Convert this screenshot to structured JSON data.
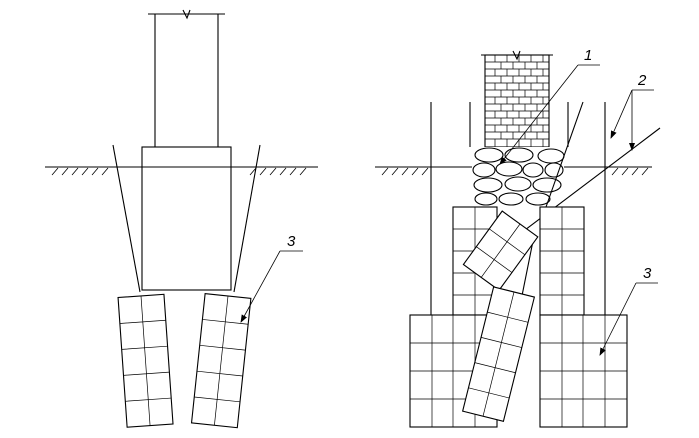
{
  "labels": {
    "left_callout_3": "3",
    "right_callout_1": "1",
    "right_callout_2": "2",
    "right_callout_3": "3"
  }
}
